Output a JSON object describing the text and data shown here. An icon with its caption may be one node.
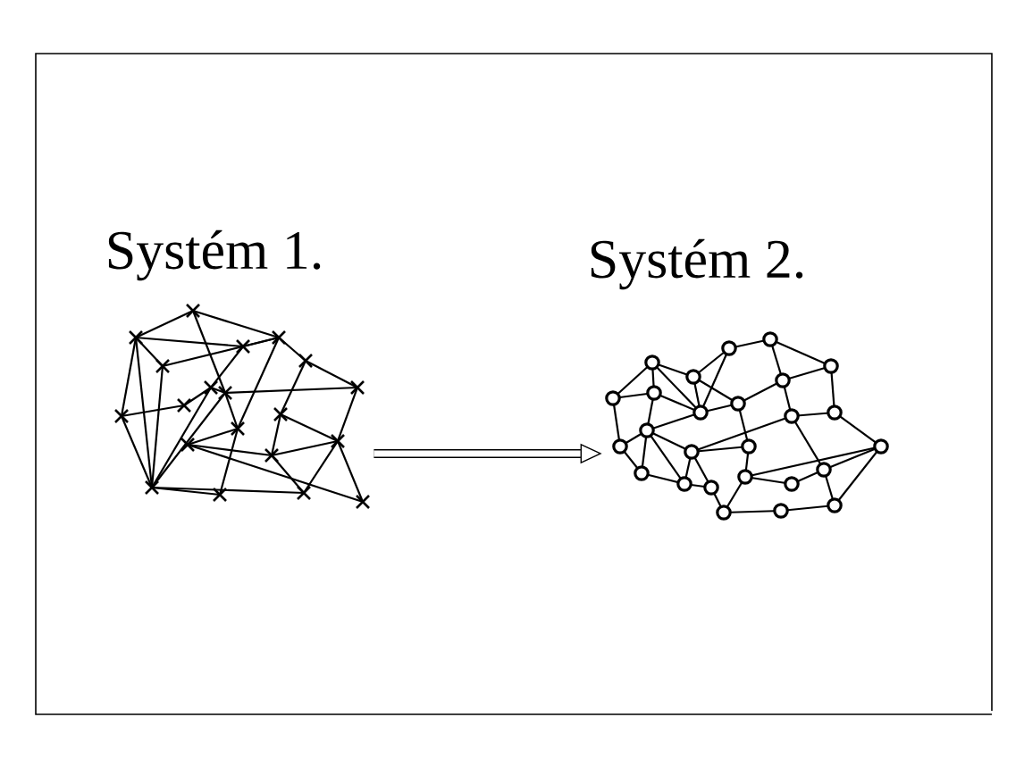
{
  "diagram": {
    "nodes": [
      {
        "text": [
          "Systém 1."
        ]
      },
      {
        "text": [
          "Systém 2."
        ]
      }
    ],
    "edges": [
      {
        "from": 0,
        "to": 1,
        "arrow": "to"
      }
    ]
  }
}
